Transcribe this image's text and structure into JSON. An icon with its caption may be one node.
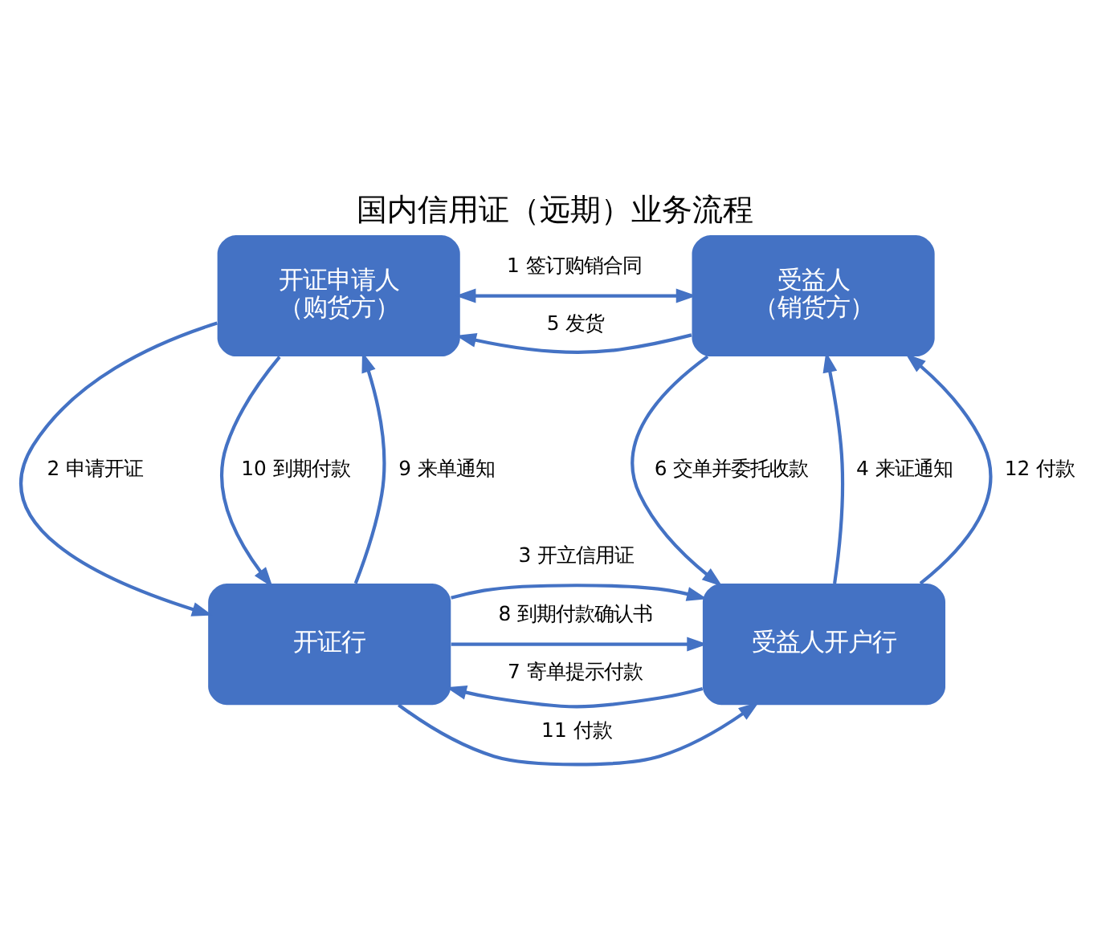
{
  "diagram": {
    "title": "国内信用证（远期）业务流程",
    "nodes": [
      {
        "text": [
          "开证申请人",
          "（购货方）"
        ]
      },
      {
        "text": [
          "受益人",
          "（销货方）"
        ]
      },
      {
        "text": [
          "开证行"
        ]
      },
      {
        "text": [
          "受益人开户行"
        ]
      }
    ],
    "edges": [
      {
        "from": 0,
        "to": 1,
        "arrow": "both",
        "label": "1 签订购销合同"
      },
      {
        "from": 0,
        "to": 2,
        "arrow": "to",
        "label": "2 申请开证"
      },
      {
        "from": 2,
        "to": 3,
        "arrow": "to",
        "label": "3 开立信用证"
      },
      {
        "from": 3,
        "to": 1,
        "arrow": "to",
        "label": "4 来证通知"
      },
      {
        "from": 1,
        "to": 0,
        "arrow": "to",
        "label": "5 发货"
      },
      {
        "from": 1,
        "to": 3,
        "arrow": "to",
        "label": "6 交单并委托收款"
      },
      {
        "from": 3,
        "to": 2,
        "arrow": "to",
        "label": "7 寄单提示付款"
      },
      {
        "from": 2,
        "to": 3,
        "arrow": "to",
        "label": "8 到期付款确认书"
      },
      {
        "from": 2,
        "to": 0,
        "arrow": "to",
        "label": "9 来单通知"
      },
      {
        "from": 0,
        "to": 2,
        "arrow": "to",
        "label": "10 到期付款"
      },
      {
        "from": 2,
        "to": 3,
        "arrow": "to",
        "label": "11 付款"
      },
      {
        "from": 3,
        "to": 1,
        "arrow": "to",
        "label": "12 付款"
      }
    ]
  }
}
